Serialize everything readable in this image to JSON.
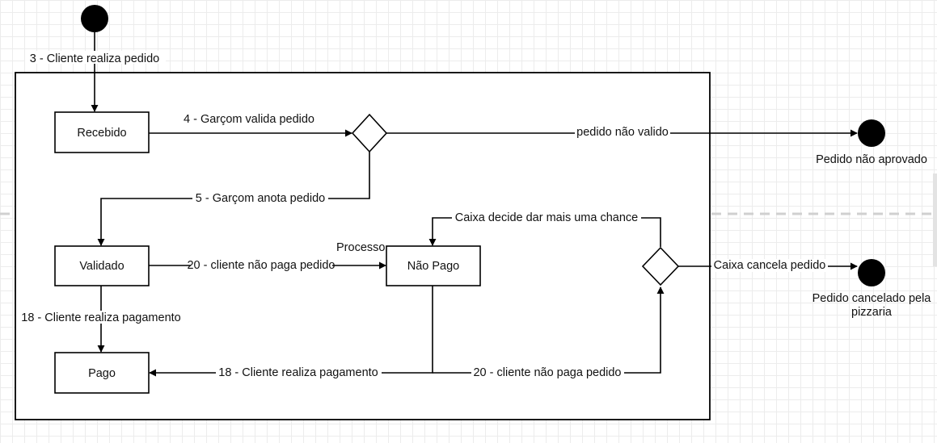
{
  "states": {
    "recebido": "Recebido",
    "validado": "Validado",
    "pago": "Pago",
    "nao_pago": "Não Pago"
  },
  "final_labels": {
    "nao_aprovado": "Pedido não aprovado",
    "cancelado_line1": "Pedido cancelado pela",
    "cancelado_line2": "pizzaria"
  },
  "processo_label": "Processo",
  "transitions": {
    "t_cliente_realiza_pedido": "3 - Cliente realiza pedido",
    "t_garcom_valida": "4 - Garçom valida pedido",
    "t_pedido_nao_valido": "pedido não valido",
    "t_garcom_anota": "5 - Garçom anota pedido",
    "t_nao_paga_validado": "20 - cliente não paga pedido",
    "t_realiza_pagamento_validado": "18 - Cliente realiza pagamento",
    "t_realiza_pagamento_naopago": "18 - Cliente realiza pagamento",
    "t_nao_paga_naopago": "20 - cliente não paga pedido",
    "t_caixa_mais_chance": "Caixa decide dar mais uma chance",
    "t_caixa_cancela": "Caixa cancela pedido"
  }
}
